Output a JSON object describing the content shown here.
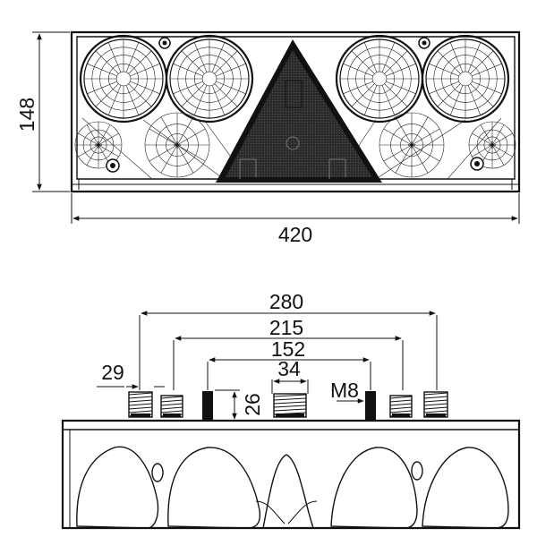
{
  "diagram": {
    "front_view": {
      "height_label": "148",
      "width_label": "420"
    },
    "bottom_view": {
      "dim_280": "280",
      "dim_215": "215",
      "dim_152": "152",
      "dim_34": "34",
      "dim_29": "29",
      "dim_26": "26",
      "thread_label": "M8"
    }
  }
}
